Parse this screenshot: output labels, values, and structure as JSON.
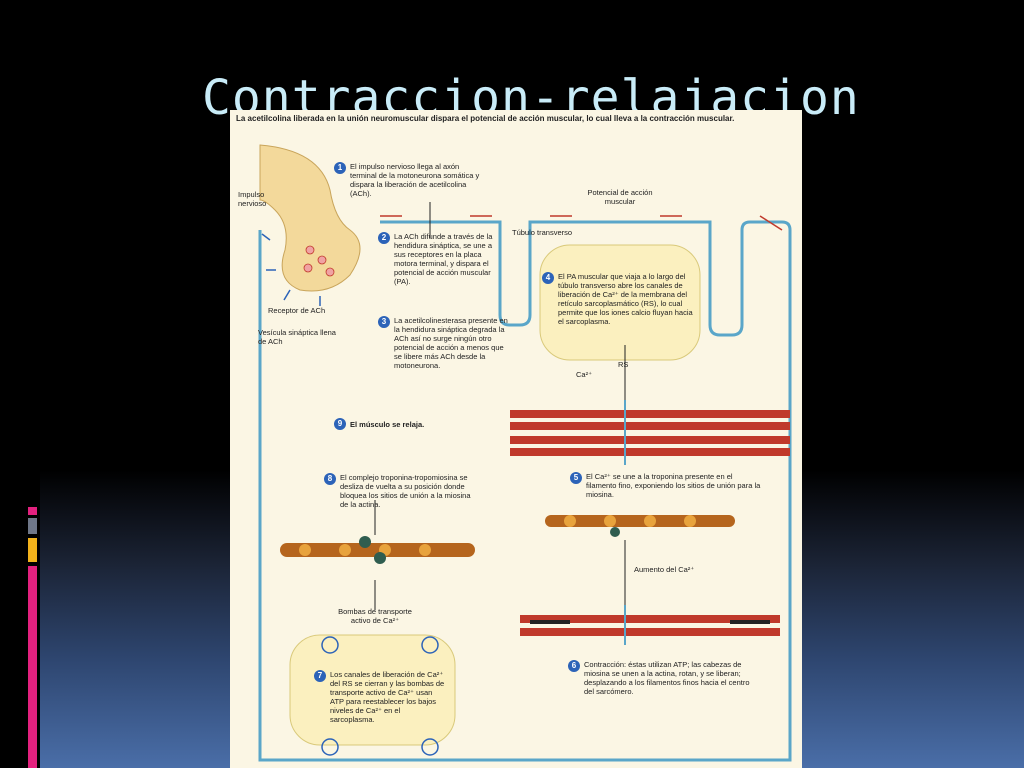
{
  "slide": {
    "title": "Contraccion-relajacion"
  },
  "colors": {
    "background": "#000000",
    "title": "#c9ecf8",
    "accent_pink": "#e3217e",
    "accent_gold": "#f2b21b",
    "accent_gray": "#6f7788",
    "figure_bg": "#fbf6e4",
    "step_badge": "#2c63b8"
  },
  "figure": {
    "caption": "La acetilcolina liberada en la unión neuromuscular dispara el potencial de acción muscular, lo cual lleva a la contracción muscular.",
    "labels": {
      "impulso": "Impulso nervioso",
      "receptor": "Receptor de ACh",
      "vesicula": "Vesícula sináptica llena de ACh",
      "potencial": "Potencial de acción muscular",
      "tubulo": "Túbulo transverso",
      "ca": "Ca²⁺",
      "rs": "RS",
      "aumento": "Aumento del Ca²⁺",
      "bombas": "Bombas de transporte activo de Ca²⁺"
    },
    "steps": [
      {
        "n": "1",
        "text": "El impulso nervioso llega al axón terminal de la motoneurona somática y dispara la liberación de acetilcolina (ACh)."
      },
      {
        "n": "2",
        "text": "La ACh difunde a través de la hendidura sináptica, se une a sus receptores en la placa motora terminal, y dispara el potencial de acción muscular (PA)."
      },
      {
        "n": "3",
        "text": "La acetilcolinesterasa presente en la hendidura sináptica degrada la ACh así no surge ningún otro potencial de acción a menos que se libere más ACh desde la motoneurona."
      },
      {
        "n": "4",
        "text": "El PA muscular que viaja a lo largo del túbulo transverso abre los canales de liberación de Ca²⁺ de la membrana del retículo sarcoplasmático (RS), lo cual permite que los iones calcio fluyan hacia el sarcoplasma."
      },
      {
        "n": "5",
        "text": "El Ca²⁺ se une a la troponina presente en el filamento fino, exponiendo los sitios de unión para la miosina."
      },
      {
        "n": "6",
        "text": "Contracción: éstas utilizan ATP; las cabezas de miosina se unen a la actina, rotan, y se liberan; desplazando a los filamentos finos hacia el centro del sarcómero."
      },
      {
        "n": "7",
        "text": "Los canales de liberación de Ca²⁺ del RS se cierran y las bombas de transporte activo de Ca²⁺ usan ATP para reestablecer los bajos niveles de Ca²⁺ en el sarcoplasma."
      },
      {
        "n": "8",
        "text": "El complejo troponina-tropomiosina se desliza de vuelta a su posición donde bloquea los sitios de unión a la miosina de la actina."
      },
      {
        "n": "9",
        "text": "El músculo se relaja."
      }
    ]
  }
}
